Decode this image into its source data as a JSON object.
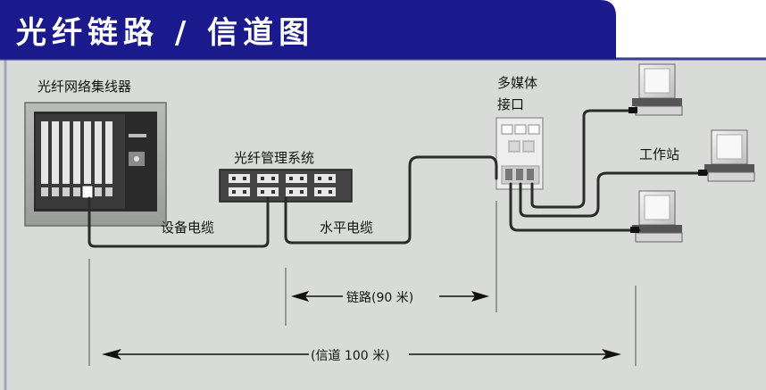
{
  "title": "光纤链路 / 信道图",
  "labels": {
    "hub": "光纤网络集线器",
    "patch_panel": "光纤管理系统",
    "equipment_cable": "设备电缆",
    "horizontal_cable": "水平电缆",
    "mmo_line1": "多媒体",
    "mmo_line2": "接口",
    "workstation": "工作站",
    "link": "链路(90 米)",
    "channel": "(信道 100 米)"
  },
  "colors": {
    "title_bg": "#1a1a8c",
    "background": "#d9dbd8",
    "cable": "#2b2b2b",
    "arrow": "#111111"
  }
}
